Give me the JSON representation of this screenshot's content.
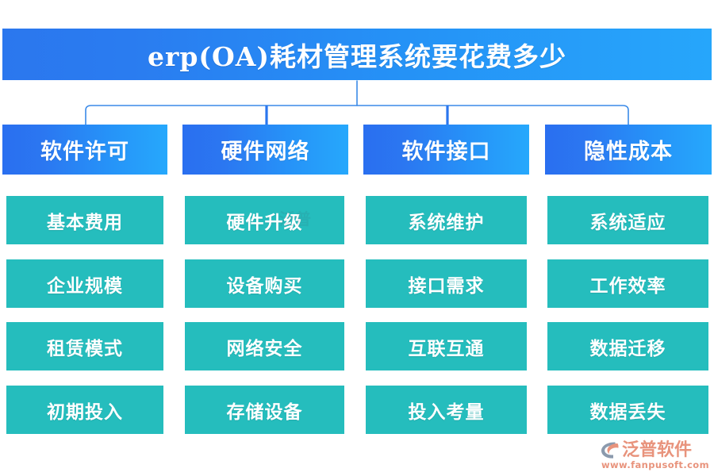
{
  "colors": {
    "title_gradient_start": "#2b77ee",
    "title_gradient_end": "#26a6fb",
    "header_gradient_start": "#2a6ff0",
    "header_gradient_end": "#26a8fc",
    "item_box": "#25bdbd",
    "connector_line": "#3a8ae8",
    "logo_accent": "#e8937c",
    "logo_mark": "#8b9aad",
    "background": "#ffffff",
    "text_on_fill": "#ffffff"
  },
  "title": {
    "text": "erp(OA)耗材管理系统要花费多少"
  },
  "columns": [
    {
      "header": "软件许可",
      "items": [
        "基本费用",
        "企业规模",
        "租赁模式",
        "初期投入"
      ]
    },
    {
      "header": "硬件网络",
      "items": [
        "硬件升级",
        "设备购买",
        "网络安全",
        "存储设备"
      ]
    },
    {
      "header": "软件接口",
      "items": [
        "系统维护",
        "接口需求",
        "互联互通",
        "投入考量"
      ]
    },
    {
      "header": "隐性成本",
      "items": [
        "系统适应",
        "工作效率",
        "数据迁移",
        "数据丢失"
      ]
    }
  ],
  "logo": {
    "wordmark": "泛普软件",
    "url": "www.fanpusoft.com"
  },
  "watermark": {
    "text": "泛普软件"
  }
}
